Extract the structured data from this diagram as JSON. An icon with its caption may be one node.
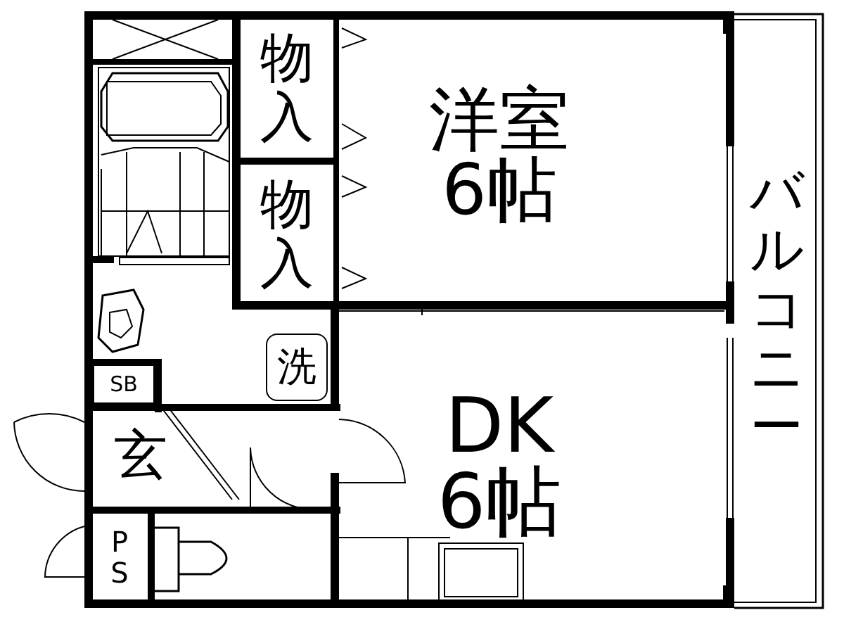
{
  "diagram": {
    "nodes": [
      {
        "text": [
          "物入"
        ]
      },
      {
        "text": [
          "物入"
        ]
      },
      {
        "text": [
          "洋室",
          "6帖"
        ]
      },
      {
        "text": [
          "洗"
        ]
      },
      {
        "text": [
          "SB"
        ]
      },
      {
        "text": [
          "玄"
        ]
      },
      {
        "text": [
          "DK",
          "6帖"
        ]
      },
      {
        "text": [
          "PS"
        ]
      },
      {
        "text": [
          "バルコニー"
        ]
      }
    ]
  }
}
